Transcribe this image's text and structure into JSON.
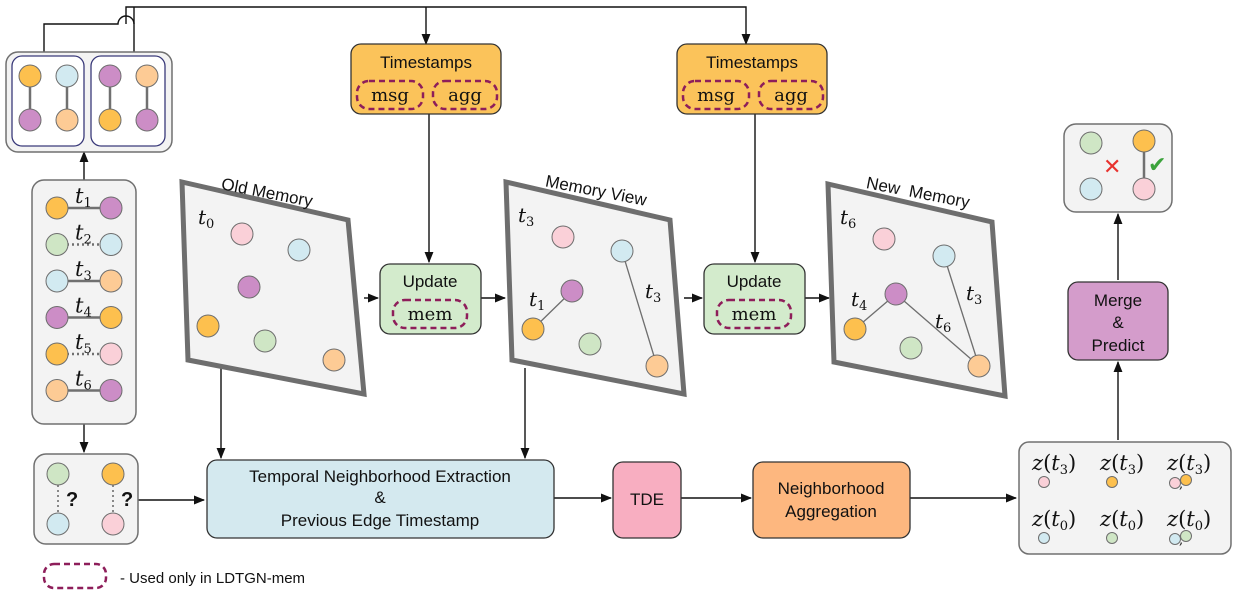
{
  "colors": {
    "yellow": "#FDC04E",
    "blue": "#D2EAF1",
    "purple": "#CC8DC6",
    "pink": "#FAD0D8",
    "green": "#CFE6C5",
    "orange": "#FDCB95",
    "node_outline": "#6E6E6E",
    "timestamps_box": "#FBC35A",
    "update_box": "#D3EBCC",
    "extraction_box": "#D4E9EF",
    "tde_box": "#F8AEC1",
    "aggregation_box": "#FDB77F",
    "merge_box": "#D49CCB",
    "dashed_outline": "#8E1E5A",
    "panel_fill": "#F3F3F3",
    "panel_border": "#707070",
    "cross": "#E8322E",
    "check": "#3CA33C"
  },
  "timestamps_boxes": [
    {
      "title": "Timestamps",
      "msg": "msg",
      "agg": "agg"
    },
    {
      "title": "Timestamps",
      "msg": "msg",
      "agg": "agg"
    }
  ],
  "update_boxes": [
    {
      "title": "Update",
      "mem": "mem"
    },
    {
      "title": "Update",
      "mem": "mem"
    }
  ],
  "memories": [
    {
      "title": "Old Memory",
      "time": "t",
      "time_sub": "0",
      "edges": []
    },
    {
      "title": "Memory View",
      "time": "t",
      "time_sub": "3",
      "edges": [
        {
          "label": "t",
          "sub": "1"
        },
        {
          "label": "t",
          "sub": "3"
        }
      ]
    },
    {
      "title": "New  Memory",
      "time": "t",
      "time_sub": "6",
      "edges": [
        {
          "label": "t",
          "sub": "4"
        },
        {
          "label": "t",
          "sub": "6"
        },
        {
          "label": "t",
          "sub": "3"
        }
      ]
    }
  ],
  "event_list": [
    {
      "label": "t",
      "sub": "1",
      "left": "yellow",
      "right": "purple",
      "style": "solid"
    },
    {
      "label": "t",
      "sub": "2",
      "left": "green",
      "right": "blue",
      "style": "dotted"
    },
    {
      "label": "t",
      "sub": "3",
      "left": "blue",
      "right": "orange",
      "style": "solid"
    },
    {
      "label": "t",
      "sub": "4",
      "left": "purple",
      "right": "yellow",
      "style": "solid"
    },
    {
      "label": "t",
      "sub": "5",
      "left": "yellow",
      "right": "pink",
      "style": "dotted"
    },
    {
      "label": "t",
      "sub": "6",
      "left": "orange",
      "right": "purple",
      "style": "solid"
    }
  ],
  "query_panel": {
    "question_marks": [
      "?",
      "?"
    ]
  },
  "extraction": {
    "line1": "Temporal Neighborhood Extraction",
    "line2": "&",
    "line3": "Previous Edge Timestamp"
  },
  "tde": {
    "label": "TDE"
  },
  "aggregation": {
    "line1": "Neighborhood",
    "line2": "Aggregation"
  },
  "merge": {
    "line1": "Merge",
    "line2": "&",
    "line3": "Predict"
  },
  "embeddings": {
    "row1": [
      {
        "z": "z",
        "t": "t",
        "sub": "3"
      },
      {
        "z": "z",
        "t": "t",
        "sub": "3"
      },
      {
        "z": "z",
        "t": "t",
        "sub": "3"
      }
    ],
    "row2": [
      {
        "z": "z",
        "t": "t",
        "sub": "0"
      },
      {
        "z": "z",
        "t": "t",
        "sub": "0"
      },
      {
        "z": "z",
        "t": "t",
        "sub": "0"
      }
    ],
    "comma": ","
  },
  "prediction": {
    "wrong_symbol": "✕",
    "right_symbol": "✔"
  },
  "legend": {
    "text": "- Used only in LDTGN-mem"
  }
}
